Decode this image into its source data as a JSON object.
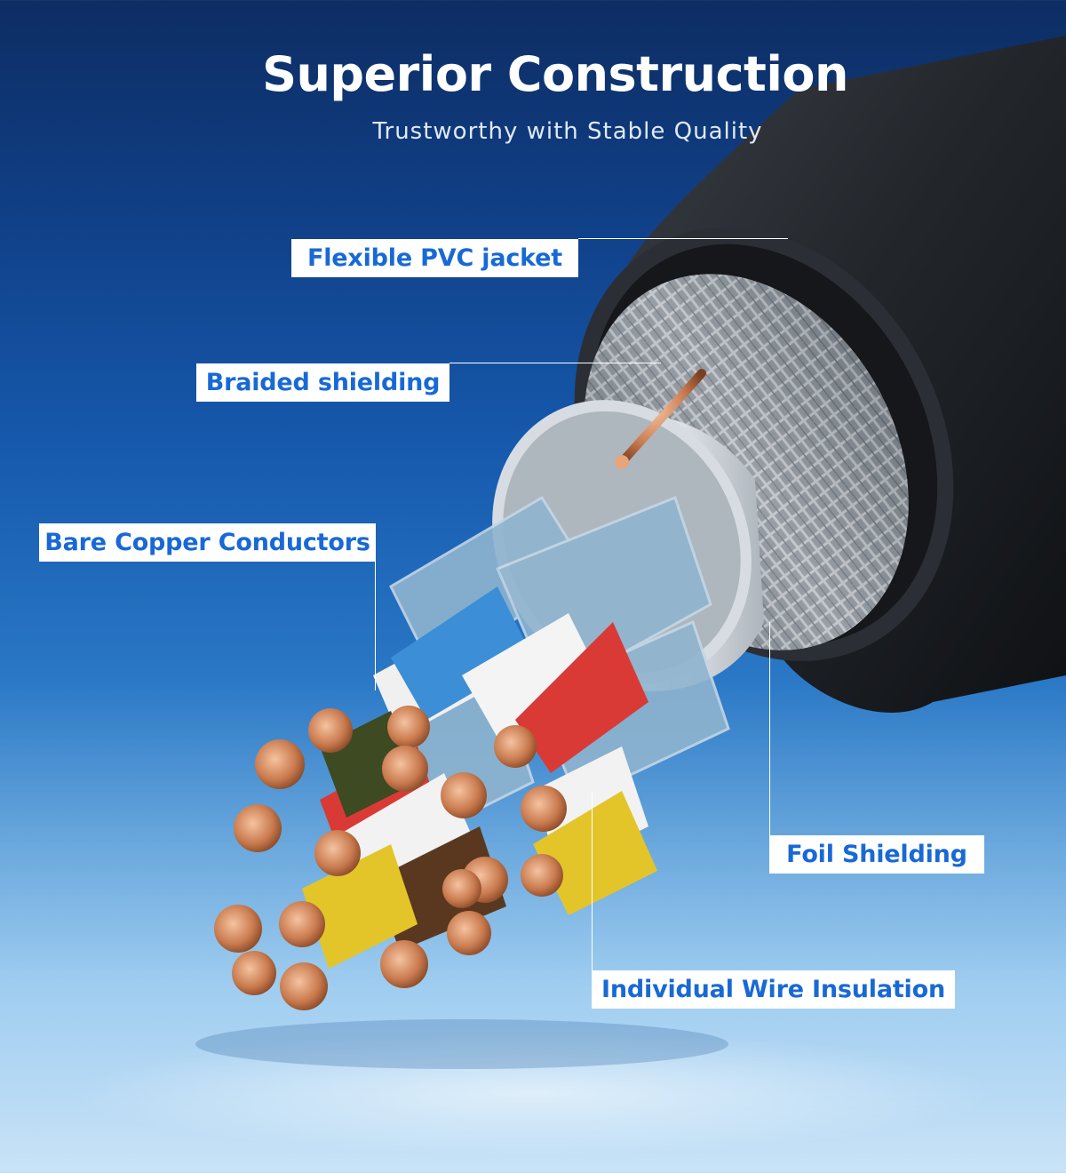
{
  "header": {
    "title": "Superior Construction",
    "subtitle": "Trustworthy with Stable Quality"
  },
  "callouts": [
    {
      "id": "jacket",
      "label": "Flexible PVC jacket"
    },
    {
      "id": "braid",
      "label": "Braided shielding"
    },
    {
      "id": "copper",
      "label": "Bare Copper Conductors"
    },
    {
      "id": "foil",
      "label": "Foil Shielding"
    },
    {
      "id": "insulation",
      "label": "Individual Wire Insulation"
    }
  ],
  "colors": {
    "label_text": "#1869d6",
    "label_bg": "#ffffff",
    "jacket": "#1f2328",
    "copper": "#c97a4e",
    "foil": "#c9ced6"
  }
}
